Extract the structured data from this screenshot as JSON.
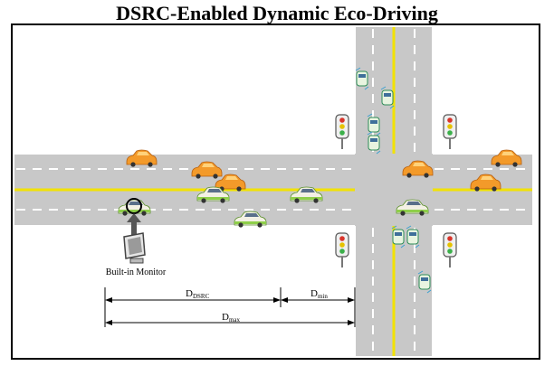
{
  "title": "DSRC-Enabled Dynamic Eco-Driving",
  "monitor_label": "Built-in Monitor",
  "dim_dsrc_main": "D",
  "dim_dsrc_sub": "DSRC",
  "dim_min_main": "D",
  "dim_min_sub": "min",
  "dim_max_main": "D",
  "dim_max_sub": "max",
  "colors": {
    "road": "#c8c8c8",
    "lane_marking": "#ffffff",
    "center_line": "#f2e200",
    "car_orange": "#f39a2a",
    "car_green": "#8fcf4a"
  }
}
